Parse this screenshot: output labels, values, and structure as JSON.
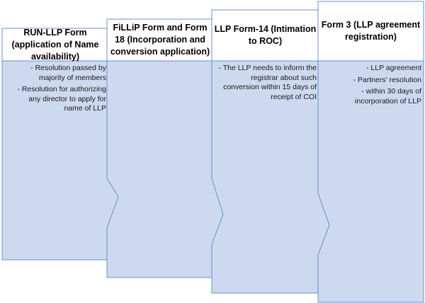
{
  "colors": {
    "header_fill": "#ffffff",
    "body_fill": "#cdd9ef",
    "border": "#6c8fc9",
    "text": "#000000"
  },
  "steps": [
    {
      "title": "RUN-LLP Form (application of Name availability)",
      "bullets": [
        "Resolution passed by majority of members",
        "Resolution for authorizing any director to apply for name of LLP"
      ]
    },
    {
      "title": "FiLLiP Form and Form 18 (Incorporation and conversion application)",
      "bullets": []
    },
    {
      "title": "LLP Form-14 (Intimation to ROC)",
      "bullets": [
        "The LLP needs to inform the registrar about such conversion within 15 days of receipt of COI"
      ]
    },
    {
      "title": "Form 3 (LLP agreement registration)",
      "bullets": [
        "LLP agreement",
        "Partners' resolution",
        "within 30 days of incorporation of LLP"
      ]
    }
  ]
}
